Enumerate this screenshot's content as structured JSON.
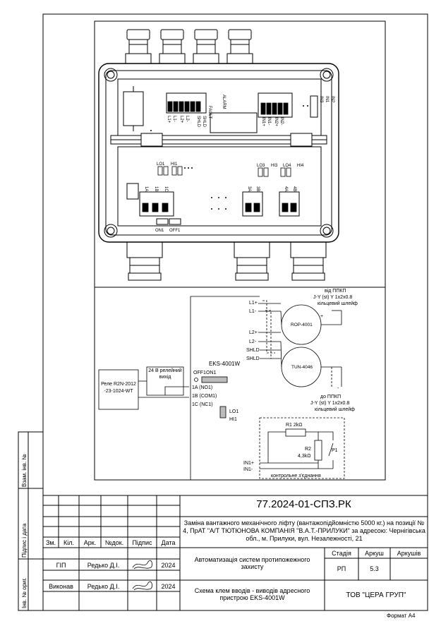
{
  "drawing": {
    "enclosure": {
      "top_labels": [
        "FAULT",
        "ALARM",
        "SHLD",
        "SHLD",
        "L1+",
        "L1-",
        "L2+",
        "L2-",
        "IN1+",
        "IN1-",
        "IN2+",
        "IN2-",
        "IN3",
        "IN1",
        "IN2"
      ],
      "mid_labels": [
        "LO1",
        "HI1",
        "LO3",
        "HI3",
        "LO4",
        "HI4",
        "1A",
        "1B",
        "1C",
        "3A",
        "3B",
        "4A",
        "4B"
      ],
      "bottom_labels": [
        "ON1",
        "OFF1"
      ]
    },
    "schematic": {
      "module": "EKS-4001W",
      "terminals_top": [
        "L1+",
        "L1-",
        "L2+",
        "L2-",
        "SHLD",
        "SHLD"
      ],
      "terminals_relay": [
        "1A (NO1)",
        "1B (COM1)",
        "1C (NC1)"
      ],
      "switch_labels": [
        "OFF1",
        "ON1"
      ],
      "led_labels": [
        "LO1",
        "HI1"
      ],
      "terminals_in": [
        "IN1+",
        "IN1-"
      ],
      "relay_supply": "24 В релейний вихід",
      "relay_device": "Реле R2N-2012 -23-1024-WT",
      "device1": "ROP-4001",
      "device2": "TUN-4046",
      "from_ppkp_top": [
        "від ППКП",
        "J-Y (st) Y 1x2x0.8",
        "кільцевий шлейф"
      ],
      "to_ppkp_bottom": [
        "до ППКП",
        "J-Y (st) Y 1x2x0.8",
        "кільцевий шлейф"
      ],
      "r1": "R1 2kΩ",
      "r2": [
        "R2",
        "4,3kΩ"
      ],
      "p1": "P1",
      "control_label": "контрольне з'єднання",
      "plus": "+",
      "minus": "-"
    }
  },
  "side_stamp": {
    "inv_no": "Взам. інв. №",
    "sign_date": "Підпис і дата",
    "orig_no": "Інв. № ориг."
  },
  "title_block": {
    "code": "77.2024-01-СПЗ.РК",
    "project": "Заміна вантажного механічного ліфту (вантажопідйомністю 5000 кг.) на позиції № 4, ПрАТ \"А/Т ТЮТЮНОВА КОМПАНІЯ \"В.А.Т.-ПРИЛУКИ\" за адресою: Чернігівська обл., м. Прилуки, вул. Незалежності, 21",
    "headers": [
      "Зм.",
      "Кіл.",
      "Арк.",
      "№док.",
      "Підпис",
      "Дата"
    ],
    "rows": [
      {
        "role": "ГІП",
        "name": "Редько Д.І.",
        "date": "2024"
      },
      {
        "role": "Виконав",
        "name": "Редько Д.І.",
        "date": "2024"
      }
    ],
    "system": "Автоматизація систем протипожежного захисту",
    "stage_header": "Стадія",
    "sheet_header": "Аркуш",
    "sheets_header": "Аркушів",
    "stage": "РП",
    "sheet": "5.3",
    "sheets": "",
    "description": "Схема клем вводів - виводів адресного пристрою  EKS-4001W",
    "company": "ТОВ \"ЦЕРА ГРУП\"",
    "format": "Формат А4"
  }
}
